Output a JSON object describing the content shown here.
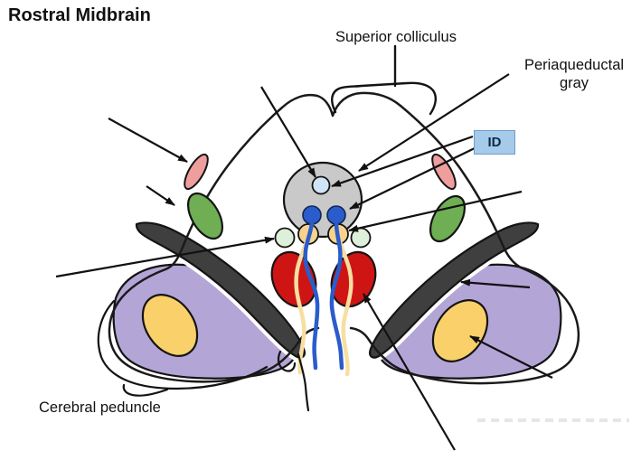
{
  "title": "Rostral Midbrain",
  "labels": {
    "superior_colliculus": "Superior colliculus",
    "periaqueductal_gray_line1": "Periaqueductal",
    "periaqueductal_gray_line2": "gray",
    "cerebral_peduncle": "Cerebral peduncle",
    "id_box": "ID"
  },
  "colors": {
    "outline": "#1a1a1a",
    "pag_circle": "#c9c9c9",
    "aqueduct": "#cfe4f6",
    "oculomotor_nucleus": "#2a5ccc",
    "tan_nucleus": "#f6d28c",
    "pale_green_nucleus": "#dff0da",
    "pink_tract": "#ef9e9e",
    "green_tract": "#6fae53",
    "substantia_nigra": "#3f3f3f",
    "cerebral_peduncle": "#b4a5d7",
    "yellow_tract": "#f9d06a",
    "red_nucleus": "#cf1414",
    "blue_fiber": "#2a5ccc",
    "cream_fiber": "#f6dfa0",
    "arrow": "#111111",
    "id_box_bg": "#a6cae9",
    "id_box_border": "#6e9dc9",
    "id_box_text": "#102a43",
    "watermark": "#e6e6e6"
  }
}
